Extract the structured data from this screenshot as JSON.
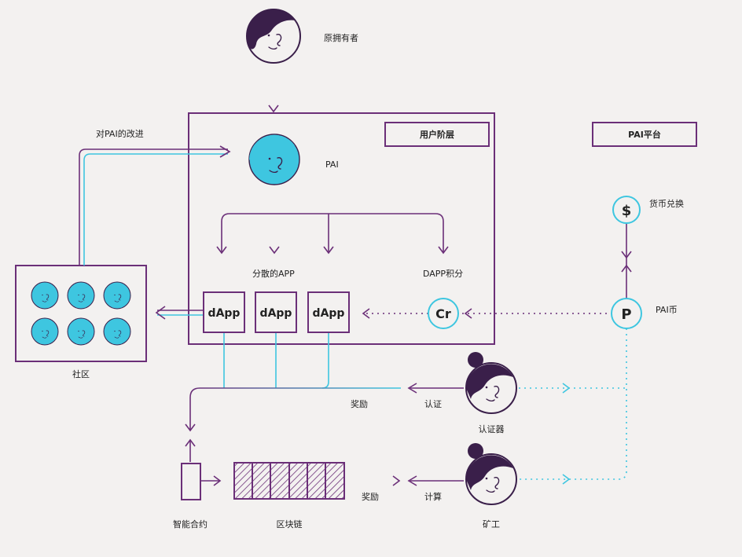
{
  "labels": {
    "owner": "原拥有者",
    "pai": "PAI",
    "user_layer": "用户阶层",
    "pai_platform": "PAI平台",
    "improvement": "对PAI的改进",
    "distributed_app": "分散的APP",
    "dapp_credits": "DAPP积分",
    "currency_exchange": "货币兑换",
    "pai_coin": "PAI币",
    "community": "社区",
    "reward_top": "奖励",
    "verify": "认证",
    "validator": "认证器",
    "smart_contract": "智能合约",
    "blockchain": "区块链",
    "reward_bottom": "奖励",
    "compute": "计算",
    "miner": "矿工"
  },
  "dapps": [
    "dApp",
    "dApp",
    "dApp"
  ],
  "tokens": {
    "credit": "Cr",
    "dollar": "$",
    "pai": "P"
  },
  "colors": {
    "purple": "#6b2f78",
    "cyan": "#3ec6e0",
    "dark": "#3a1f4a",
    "background": "#f3f1f0"
  }
}
